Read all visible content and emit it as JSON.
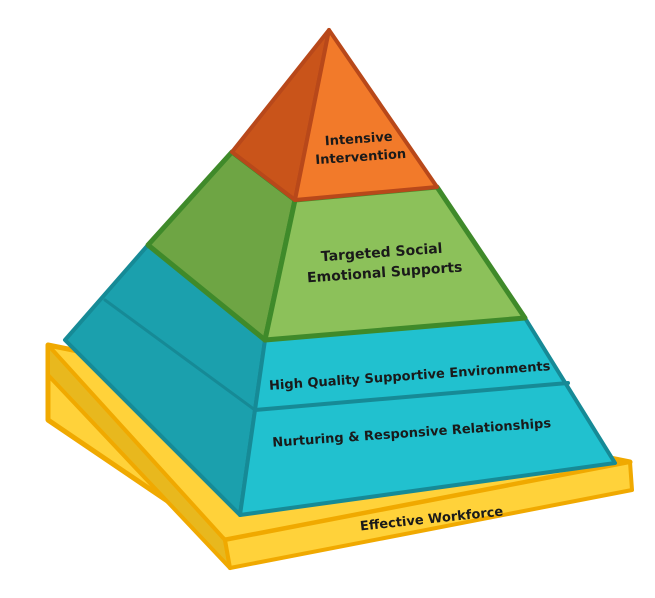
{
  "diagram": {
    "tiers": [
      {
        "id": "intensive",
        "lines": [
          "Intensive",
          "Intervention"
        ],
        "color": "#ef6a1f",
        "side_color": "#c9541a"
      },
      {
        "id": "targeted",
        "lines": [
          "Targeted Social",
          "Emotional Supports"
        ],
        "color": "#8cc15a",
        "side_color": "#6ea544"
      },
      {
        "id": "environments",
        "lines": [
          "High Quality Supportive Environments"
        ],
        "color": "#21c1cf",
        "side_color": "#1ba0ad"
      },
      {
        "id": "relationships",
        "lines": [
          "Nurturing & Responsive Relationships"
        ],
        "color": "#21c1cf",
        "side_color": "#1ba0ad"
      }
    ],
    "base": {
      "label": "Effective Workforce",
      "color": "#ffd23a",
      "side_color": "#e6b21a",
      "edge_color": "#f0a900"
    },
    "outline_colors": {
      "orange": "#b8481a",
      "green": "#3f8a2a",
      "teal": "#168a96"
    }
  }
}
